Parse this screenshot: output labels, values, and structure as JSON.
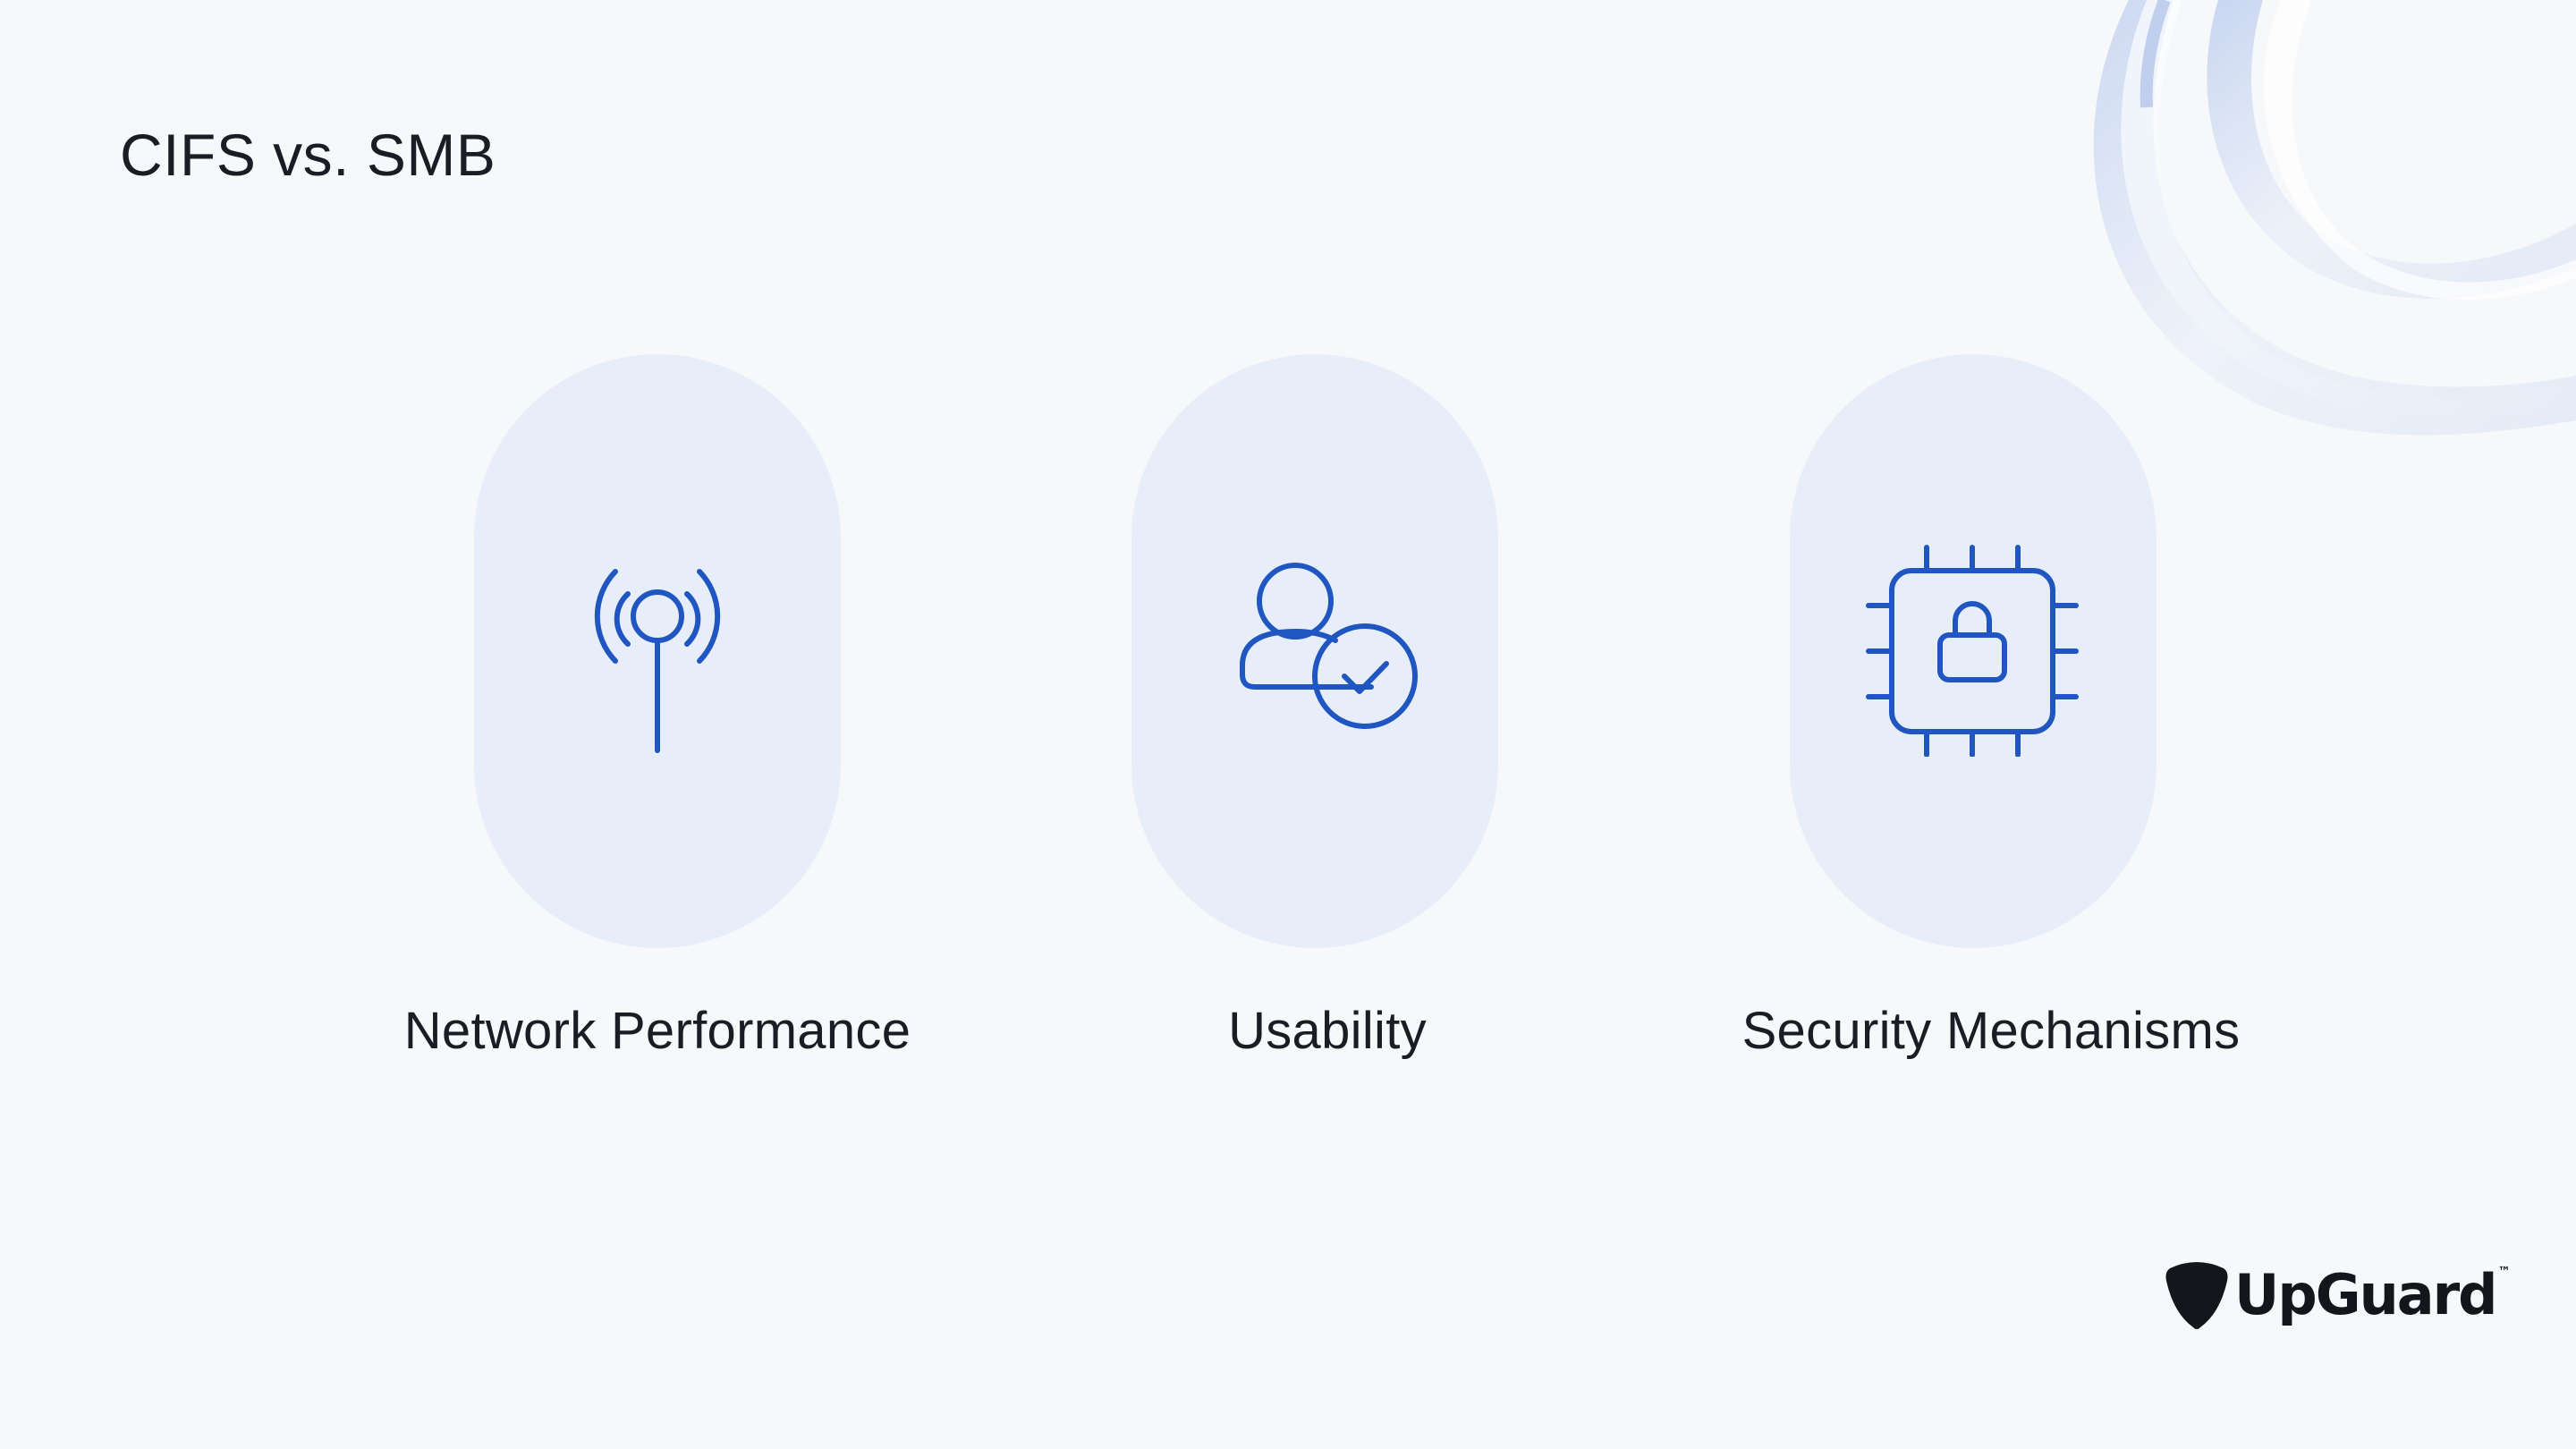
{
  "title": "CIFS vs. SMB",
  "items": [
    {
      "label": "Network Performance",
      "icon": "antenna-signal-icon"
    },
    {
      "label": "Usability",
      "icon": "user-check-icon"
    },
    {
      "label": "Security Mechanisms",
      "icon": "chip-lock-icon"
    }
  ],
  "brand": {
    "name": "UpGuard",
    "tm": "™"
  },
  "colors": {
    "background": "#f7f8fa",
    "pill": "#e8eef9",
    "icon_stroke": "#1f56c2",
    "text": "#1a1d24"
  }
}
